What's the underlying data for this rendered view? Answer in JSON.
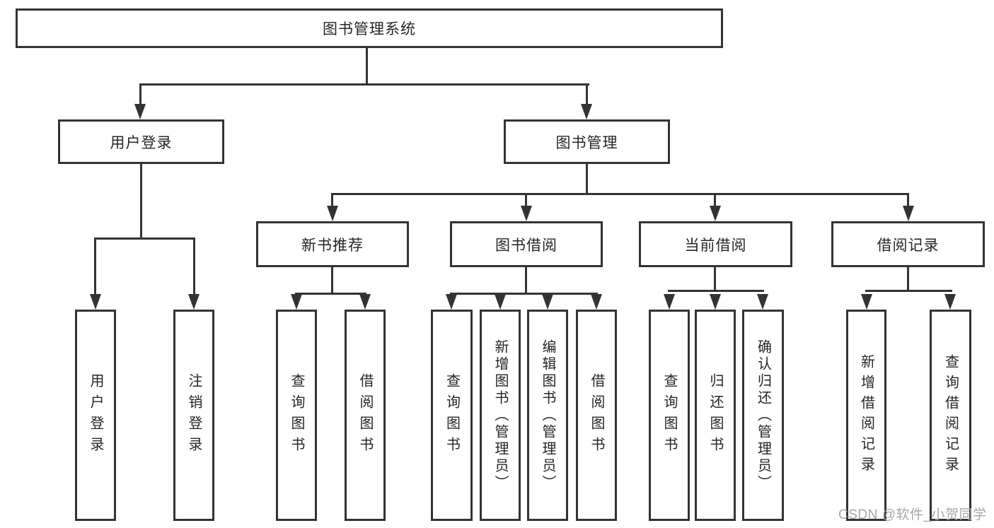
{
  "diagram": {
    "root": {
      "label": "图书管理系统"
    },
    "branches": [
      {
        "label": "用户登录",
        "children": [
          {
            "label": "用户登录"
          },
          {
            "label": "注销登录"
          }
        ]
      },
      {
        "label": "图书管理",
        "children": [
          {
            "label": "新书推荐",
            "children": [
              {
                "label": "查询图书"
              },
              {
                "label": "借阅图书"
              }
            ]
          },
          {
            "label": "图书借阅",
            "children": [
              {
                "label": "查询图书"
              },
              {
                "label": "新增图书（管理员）"
              },
              {
                "label": "编辑图书（管理员）"
              },
              {
                "label": "借阅图书"
              }
            ]
          },
          {
            "label": "当前借阅",
            "children": [
              {
                "label": "查询图书"
              },
              {
                "label": "归还图书"
              },
              {
                "label": "确认归还（管理员）"
              }
            ]
          },
          {
            "label": "借阅记录",
            "children": [
              {
                "label": "新增借阅记录"
              },
              {
                "label": "查询借阅记录"
              }
            ]
          }
        ]
      }
    ]
  },
  "watermark": {
    "text": "CSDN @软件_小贺同学"
  },
  "colors": {
    "line": "#333333",
    "text": "#262626",
    "watermark": "#a6a6a6",
    "background": "#ffffff"
  }
}
